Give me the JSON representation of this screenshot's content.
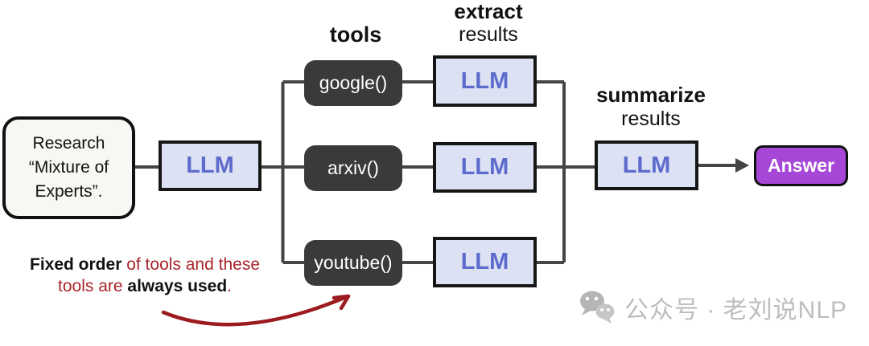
{
  "labels": {
    "tools": "tools",
    "extract_line1": "extract",
    "extract_line2": "results",
    "summarize_line1": "summarize",
    "summarize_line2": "results"
  },
  "nodes": {
    "input_query": {
      "line1": "Research",
      "line2": "“Mixture of",
      "line3": "Experts”."
    },
    "router_llm": "LLM",
    "tools": [
      {
        "label": "google()"
      },
      {
        "label": "arxiv()"
      },
      {
        "label": "youtube()"
      }
    ],
    "extract_llms": [
      {
        "label": "LLM"
      },
      {
        "label": "LLM"
      },
      {
        "label": "LLM"
      }
    ],
    "summarize_llm": "LLM",
    "answer": "Answer"
  },
  "annotation": {
    "line1": [
      {
        "text": "Fixed order",
        "style": "bold-black"
      },
      {
        "text": " of tools and these",
        "style": "red"
      }
    ],
    "line2": [
      {
        "text": "tools are ",
        "style": "red"
      },
      {
        "text": "always used",
        "style": "bold-black"
      },
      {
        "text": ".",
        "style": "red"
      }
    ]
  },
  "watermark": {
    "icon": "wechat-icon",
    "text": "公众号 · 老刘说NLP"
  },
  "colors": {
    "llm_fill": "#dde1f4",
    "llm_text": "#5c6bcc",
    "tool_fill": "#3a3a3a",
    "answer_fill": "#a747d8",
    "connector": "#454545",
    "annotation_red": "#a8252b",
    "arrow_red": "#9b1b1e",
    "watermark_gray": "#bdbdbd"
  }
}
